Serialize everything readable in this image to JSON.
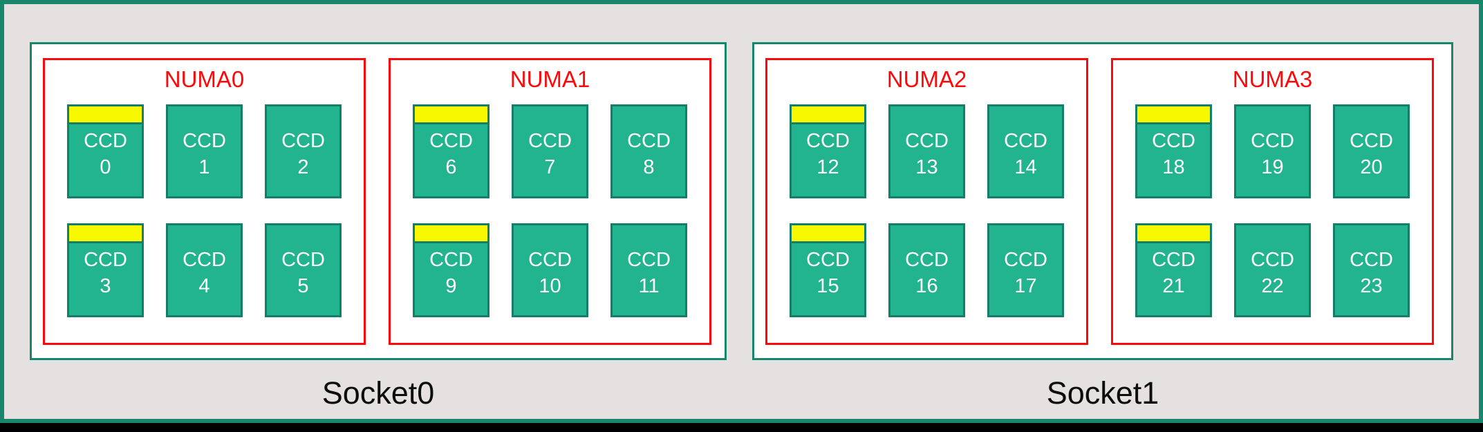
{
  "colors": {
    "background": "#e6e1e1",
    "border_green": "#17866b",
    "ccd_fill": "#22b38f",
    "ccd_border": "#137f68",
    "highlight_yellow": "#f8f800",
    "numa_red": "#fa0a0a",
    "socket_label_color": "#0d0d0d",
    "ccd_text": "#ffffff",
    "letterbox": "#000000"
  },
  "sockets": [
    {
      "label": "Socket0",
      "numas": [
        {
          "label": "NUMA0",
          "ccds": [
            {
              "name": "CCD",
              "id": "0",
              "highlighted": true
            },
            {
              "name": "CCD",
              "id": "1",
              "highlighted": false
            },
            {
              "name": "CCD",
              "id": "2",
              "highlighted": false
            },
            {
              "name": "CCD",
              "id": "3",
              "highlighted": true
            },
            {
              "name": "CCD",
              "id": "4",
              "highlighted": false
            },
            {
              "name": "CCD",
              "id": "5",
              "highlighted": false
            }
          ]
        },
        {
          "label": "NUMA1",
          "ccds": [
            {
              "name": "CCD",
              "id": "6",
              "highlighted": true
            },
            {
              "name": "CCD",
              "id": "7",
              "highlighted": false
            },
            {
              "name": "CCD",
              "id": "8",
              "highlighted": false
            },
            {
              "name": "CCD",
              "id": "9",
              "highlighted": true
            },
            {
              "name": "CCD",
              "id": "10",
              "highlighted": false
            },
            {
              "name": "CCD",
              "id": "11",
              "highlighted": false
            }
          ]
        }
      ]
    },
    {
      "label": "Socket1",
      "numas": [
        {
          "label": "NUMA2",
          "ccds": [
            {
              "name": "CCD",
              "id": "12",
              "highlighted": true
            },
            {
              "name": "CCD",
              "id": "13",
              "highlighted": false
            },
            {
              "name": "CCD",
              "id": "14",
              "highlighted": false
            },
            {
              "name": "CCD",
              "id": "15",
              "highlighted": true
            },
            {
              "name": "CCD",
              "id": "16",
              "highlighted": false
            },
            {
              "name": "CCD",
              "id": "17",
              "highlighted": false
            }
          ]
        },
        {
          "label": "NUMA3",
          "ccds": [
            {
              "name": "CCD",
              "id": "18",
              "highlighted": true
            },
            {
              "name": "CCD",
              "id": "19",
              "highlighted": false
            },
            {
              "name": "CCD",
              "id": "20",
              "highlighted": false
            },
            {
              "name": "CCD",
              "id": "21",
              "highlighted": true
            },
            {
              "name": "CCD",
              "id": "22",
              "highlighted": false
            },
            {
              "name": "CCD",
              "id": "23",
              "highlighted": false
            }
          ]
        }
      ]
    }
  ]
}
